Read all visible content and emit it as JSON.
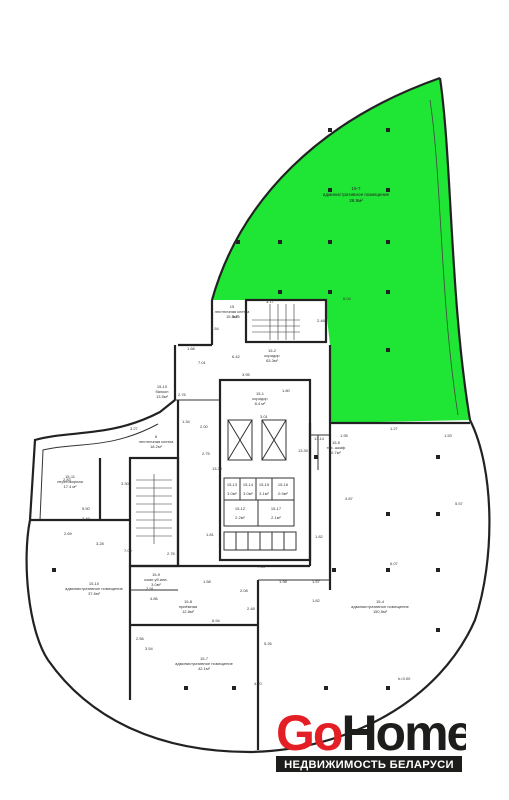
{
  "colors": {
    "highlight": "#1fe534",
    "logo_red": "#e31e24",
    "logo_dark": "#1d1d1b"
  },
  "rooms": [
    {
      "id": "r15-7-top",
      "number": "15-7",
      "title": "административное помещение",
      "area": "26.9м²"
    },
    {
      "id": "r15-m",
      "number": "15",
      "title": "лестничная клетка",
      "area": "15.5м²"
    },
    {
      "id": "r15-2",
      "number": "15-2",
      "title": "коридор",
      "area": "63.3м²"
    },
    {
      "id": "r15-1",
      "number": "15-1",
      "title": "коридор",
      "area": "8.4 м²"
    },
    {
      "id": "r15-10",
      "number": "15-10",
      "title": "балкон",
      "area": "13.5м²"
    },
    {
      "id": "r15-11",
      "number": "15-11",
      "title": "переговорная",
      "area": "17.4 м²"
    },
    {
      "id": "r15-stair",
      "number": "8",
      "title": "лестничная клетка",
      "area": "18.2м²"
    },
    {
      "id": "r15-5",
      "number": "15-5",
      "title": "тех. шкаф",
      "area": "0.7м²"
    },
    {
      "id": "r15-10b",
      "number": "15-10",
      "title": "административное помещение",
      "area": "37.6м²"
    },
    {
      "id": "r15-9",
      "number": "15-9",
      "title": "комн.уб.инв.",
      "area": "3.0м²"
    },
    {
      "id": "r15-8",
      "number": "15-8",
      "title": "приёмная",
      "area": "12.8м²"
    },
    {
      "id": "r15-7",
      "number": "15-7",
      "title": "административное помещение",
      "area": "42.1м²"
    },
    {
      "id": "r15-4",
      "number": "15-4",
      "title": "административное помещение",
      "area": "150.5м²"
    }
  ],
  "small_rooms": [
    {
      "number": "15-13",
      "area": "3.0м²"
    },
    {
      "number": "15-14",
      "area": "3.0м²"
    },
    {
      "number": "15-15",
      "area": "3.1м²"
    },
    {
      "number": "15-16",
      "area": "0.9м²"
    },
    {
      "number": "15-12",
      "area": "2.2м²"
    },
    {
      "number": "15-17",
      "area": "2.1м²"
    }
  ],
  "dimensions": [
    "3.15",
    "2.54",
    "3.17",
    "6.42",
    "2.48",
    "1.68",
    "7.01",
    "3.95",
    "1.80",
    "3.01",
    "2.76",
    "13.30",
    "2.00",
    "3.27",
    "3.30",
    "2.83",
    "5.50",
    "3.49",
    "2.69",
    "3.28",
    "2.76",
    "7.09",
    "1.81",
    "13.30",
    "1.82",
    "4.87",
    "5.57",
    "1.53",
    "1.95",
    "13.14",
    "7.57",
    "1.58",
    "2.91",
    "4.86",
    "1.98",
    "1.57",
    "2.08",
    "6.94",
    "1.82",
    "6.07",
    "2.56",
    "3.54",
    "5.26",
    "4.70",
    "2.48",
    "h=3.00",
    "1.34",
    "1.27",
    "6.04",
    "2.75"
  ],
  "logo": {
    "go": "Go",
    "home": "Home",
    "subtitle": "НЕДВИЖИМОСТЬ БЕЛАРУСИ"
  }
}
